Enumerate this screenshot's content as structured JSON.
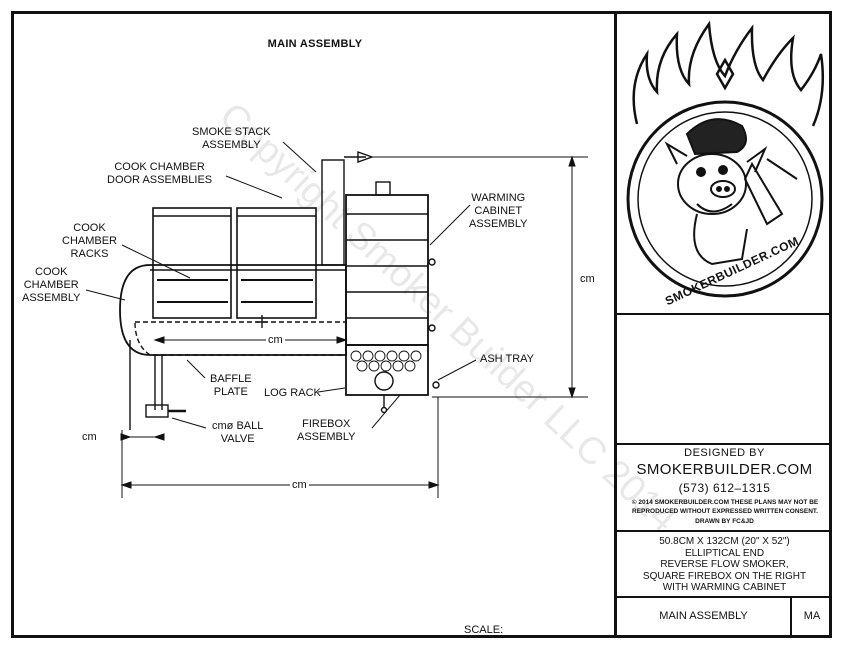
{
  "drawing": {
    "title": "MAIN ASSEMBLY",
    "watermark": "Copyright Smoker Builder LLC 2014",
    "scale_label": "SCALE:",
    "callouts": {
      "smoke_stack": "SMOKE STACK\nASSEMBLY",
      "door_assemblies": "COOK CHAMBER\nDOOR ASSEMBLIES",
      "racks": "COOK\nCHAMBER\nRACKS",
      "cook_chamber": "COOK\nCHAMBER\nASSEMBLY",
      "warming_cabinet": "WARMING\nCABINET\nASSEMBLY",
      "ash_tray": "ASH TRAY",
      "baffle_plate": "BAFFLE\nPLATE",
      "log_rack": "LOG RACK",
      "firebox": "FIREBOX\nASSEMBLY",
      "ball_valve": "cmø BALL\nVALVE"
    },
    "dimensions": {
      "height": "cm",
      "inner_length": "cm",
      "leg_offset": "cm",
      "overall_length": "cm"
    }
  },
  "title_block": {
    "logo_text": "SMOKERBUILDER.COM",
    "designed_by": "DESIGNED BY",
    "company": "SMOKERBUILDER.COM",
    "phone": "(573) 612–1315",
    "copyright": "© 2014 SMOKERBUILDER.COM THESE PLANS MAY NOT BE REPRODUCED WITHOUT EXPRESSED WRITTEN CONSENT.",
    "drawn_by": "DRAWN BY FC&JD",
    "description": "50.8CM X 132CM (20\" X 52\")\nELLIPTICAL END\nREVERSE FLOW SMOKER,\nSQUARE FIREBOX ON THE RIGHT\nWITH WARMING CABINET",
    "sheet_name": "MAIN ASSEMBLY",
    "sheet_code": "MA"
  }
}
